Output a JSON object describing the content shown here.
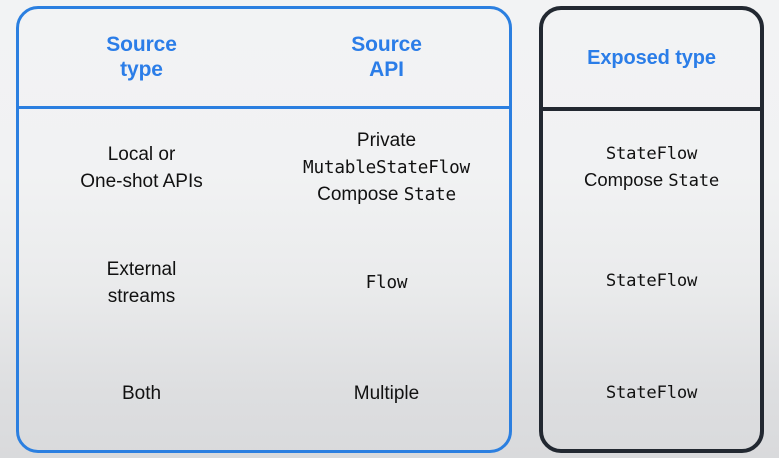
{
  "diagram": {
    "title": "Source type / Source API to Exposed type mapping",
    "colors": {
      "accent_blue": "#2b7fe0",
      "header_text_blue": "#2b7de8",
      "dark_border": "#222831",
      "body_text": "#111111",
      "background_top": "#f2f3f4",
      "background_bottom": "#d9dadc"
    }
  },
  "source_table": {
    "headers": [
      {
        "lines": [
          "Source",
          "type"
        ]
      },
      {
        "lines": [
          "Source",
          "API"
        ]
      }
    ],
    "rows": [
      {
        "source_type": {
          "lines": [
            "Local or",
            "One-shot APIs"
          ]
        },
        "source_api": {
          "lines": [
            [
              {
                "text": "Private",
                "style": "prose"
              }
            ],
            [
              {
                "text": "MutableStateFlow",
                "style": "code"
              }
            ],
            [
              {
                "text": "Compose ",
                "style": "prose"
              },
              {
                "text": "State",
                "style": "code"
              }
            ]
          ]
        }
      },
      {
        "source_type": {
          "lines": [
            "External",
            "streams"
          ]
        },
        "source_api": {
          "lines": [
            [
              {
                "text": "Flow",
                "style": "code"
              }
            ]
          ]
        }
      },
      {
        "source_type": {
          "lines": [
            "Both"
          ]
        },
        "source_api": {
          "lines": [
            [
              {
                "text": "Multiple",
                "style": "prose"
              }
            ]
          ]
        }
      }
    ]
  },
  "exposed_table": {
    "header": {
      "lines": [
        "Exposed type"
      ]
    },
    "rows": [
      {
        "exposed_type": {
          "lines": [
            [
              {
                "text": "StateFlow",
                "style": "code"
              }
            ],
            [
              {
                "text": "Compose ",
                "style": "prose"
              },
              {
                "text": "State",
                "style": "code"
              }
            ]
          ]
        }
      },
      {
        "exposed_type": {
          "lines": [
            [
              {
                "text": "StateFlow",
                "style": "code"
              }
            ]
          ]
        }
      },
      {
        "exposed_type": {
          "lines": [
            [
              {
                "text": "StateFlow",
                "style": "code"
              }
            ]
          ]
        }
      }
    ]
  }
}
